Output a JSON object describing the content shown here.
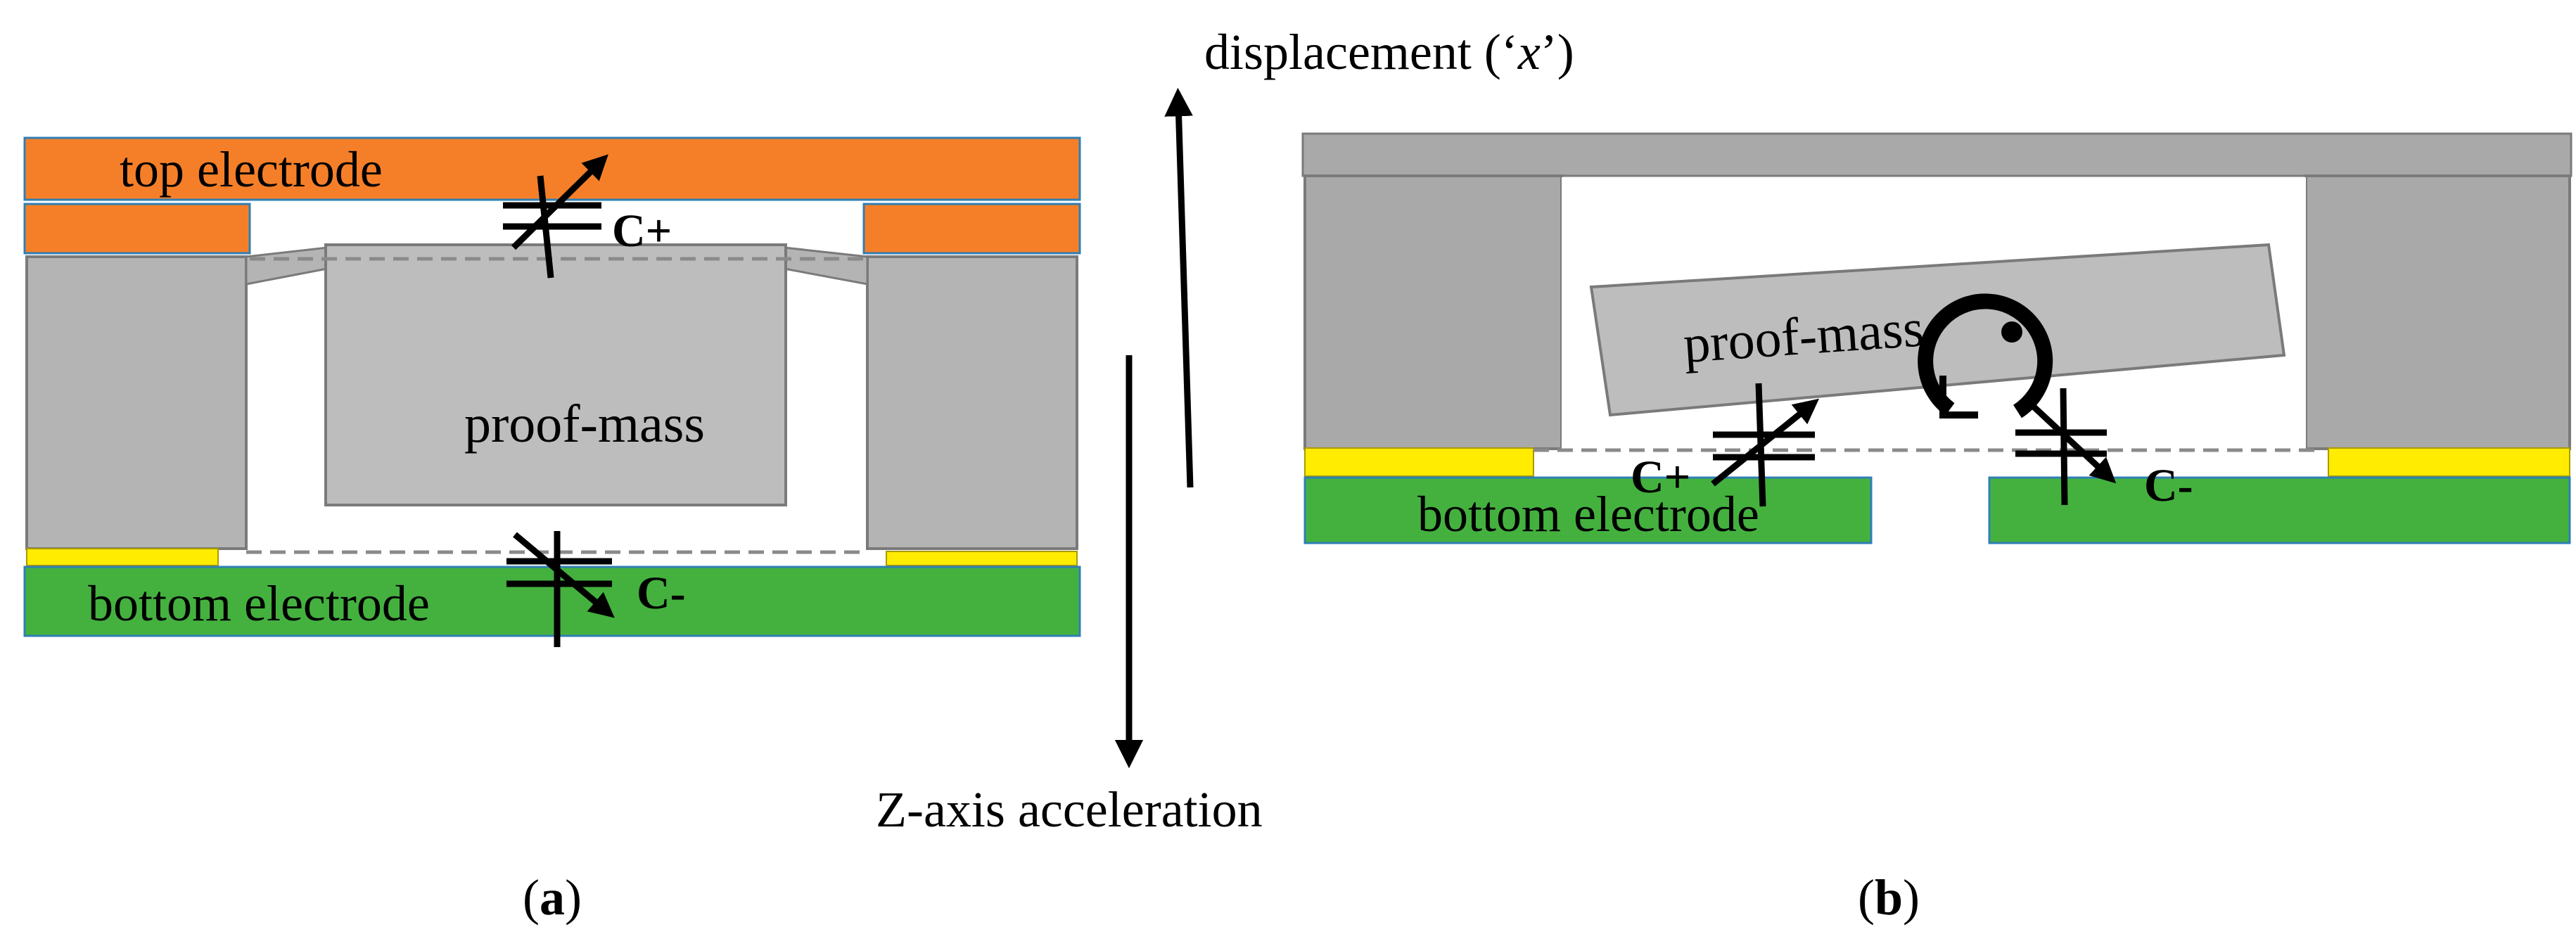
{
  "panel_a": {
    "top_electrode_label": "top electrode",
    "bottom_electrode_label": "bottom electrode",
    "proof_mass_label": "proof-mass",
    "cap_plus_label": "C+",
    "cap_minus_label": "C-",
    "caption_letter": "a"
  },
  "panel_b": {
    "proof_mass_label": "proof-mass",
    "bottom_electrode_label": "bottom electrode",
    "cap_plus_label": "C+",
    "cap_minus_label": "C-",
    "caption_letter": "b"
  },
  "arrows": {
    "displacement_label": "displacement (‘",
    "displacement_var": "x",
    "displacement_close": "’)",
    "acceleration_label": "Z-axis acceleration"
  },
  "colors": {
    "top_electrode": "#f57f29",
    "bottom_electrode": "#44b13f",
    "pad": "#ffec00",
    "structure": "#b4b4b4",
    "proof_mass": "#bdbdbd",
    "frame": "#a9a9a9",
    "outline": "#7a7a7a"
  }
}
